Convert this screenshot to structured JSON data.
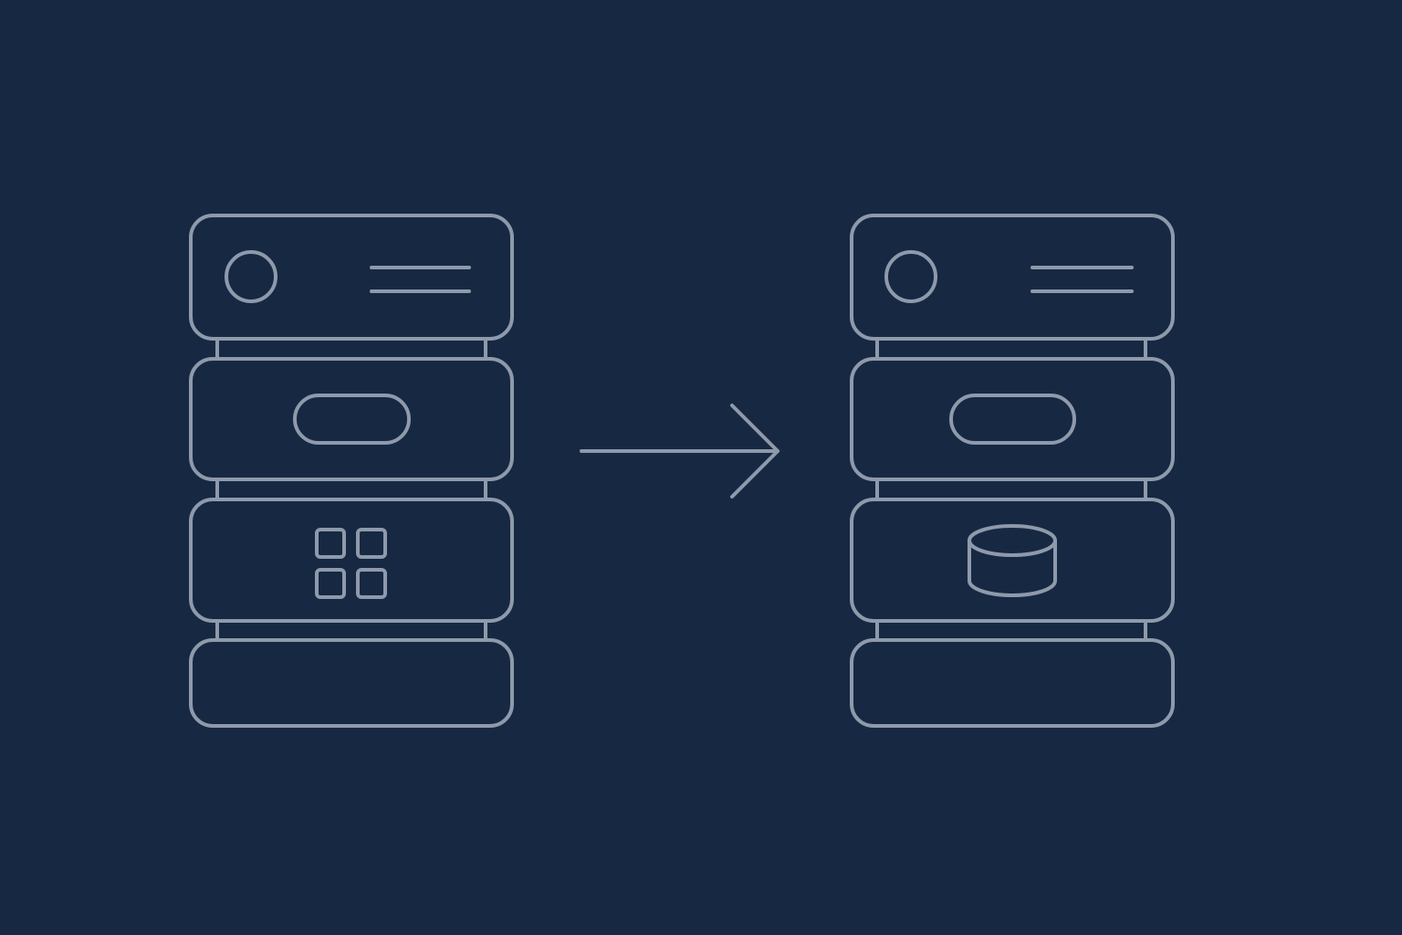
{
  "diagram": {
    "type": "transformation",
    "description": "Server rack stack transformed into another server rack stack; app-grid module replaced by database module",
    "colors": {
      "background": "#172842",
      "stroke": "#8e9aab"
    },
    "source_stack": {
      "label": "source-server-stack",
      "panels": [
        {
          "name": "header-panel",
          "icons": [
            "circle-indicator-icon",
            "menu-lines-icon"
          ]
        },
        {
          "name": "middle-panel",
          "icons": [
            "pill-slot-icon"
          ]
        },
        {
          "name": "module-panel",
          "icons": [
            "app-grid-icon"
          ]
        },
        {
          "name": "base-panel",
          "icons": []
        }
      ]
    },
    "arrow": {
      "direction": "right",
      "icon": "arrow-right-icon"
    },
    "target_stack": {
      "label": "target-server-stack",
      "panels": [
        {
          "name": "header-panel",
          "icons": [
            "circle-indicator-icon",
            "menu-lines-icon"
          ]
        },
        {
          "name": "middle-panel",
          "icons": [
            "pill-slot-icon"
          ]
        },
        {
          "name": "module-panel",
          "icons": [
            "database-icon"
          ]
        },
        {
          "name": "base-panel",
          "icons": []
        }
      ]
    }
  }
}
